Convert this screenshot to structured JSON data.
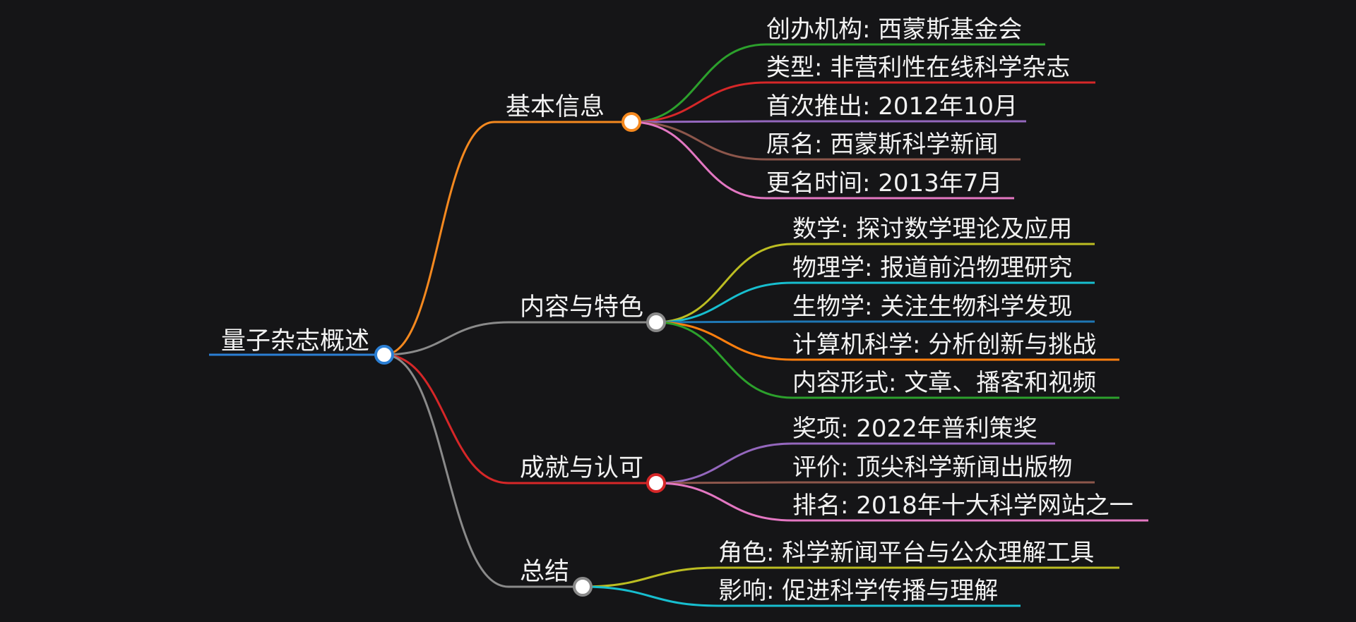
{
  "root": {
    "label": "量子杂志概述",
    "color": "#2b7fd4"
  },
  "branches": [
    {
      "label": "基本信息",
      "color": "#f5891f",
      "children": [
        {
          "label": "创办机构: 西蒙斯基金会",
          "color": "#2ca02c"
        },
        {
          "label": "类型: 非营利性在线科学杂志",
          "color": "#d62728"
        },
        {
          "label": "首次推出: 2012年10月",
          "color": "#9467bd"
        },
        {
          "label": "原名: 西蒙斯科学新闻",
          "color": "#8c564b"
        },
        {
          "label": "更名时间: 2013年7月",
          "color": "#e377c2"
        }
      ]
    },
    {
      "label": "内容与特色",
      "color": "#8a8a8a",
      "children": [
        {
          "label": "数学: 探讨数学理论及应用",
          "color": "#bcbd22"
        },
        {
          "label": "物理学: 报道前沿物理研究",
          "color": "#17becf"
        },
        {
          "label": "生物学: 关注生物科学发现",
          "color": "#1f77b4"
        },
        {
          "label": "计算机科学: 分析创新与挑战",
          "color": "#ff7f0e"
        },
        {
          "label": "内容形式: 文章、播客和视频",
          "color": "#2ca02c"
        }
      ]
    },
    {
      "label": "成就与认可",
      "color": "#d62728",
      "children": [
        {
          "label": "奖项: 2022年普利策奖",
          "color": "#9467bd"
        },
        {
          "label": "评价: 顶尖科学新闻出版物",
          "color": "#8c564b"
        },
        {
          "label": "排名: 2018年十大科学网站之一",
          "color": "#e377c2"
        }
      ]
    },
    {
      "label": "总结",
      "color": "#8a8a8a",
      "children": [
        {
          "label": "角色: 科学新闻平台与公众理解工具",
          "color": "#bcbd22"
        },
        {
          "label": "影响: 促进科学传播与理解",
          "color": "#17becf"
        }
      ]
    }
  ]
}
